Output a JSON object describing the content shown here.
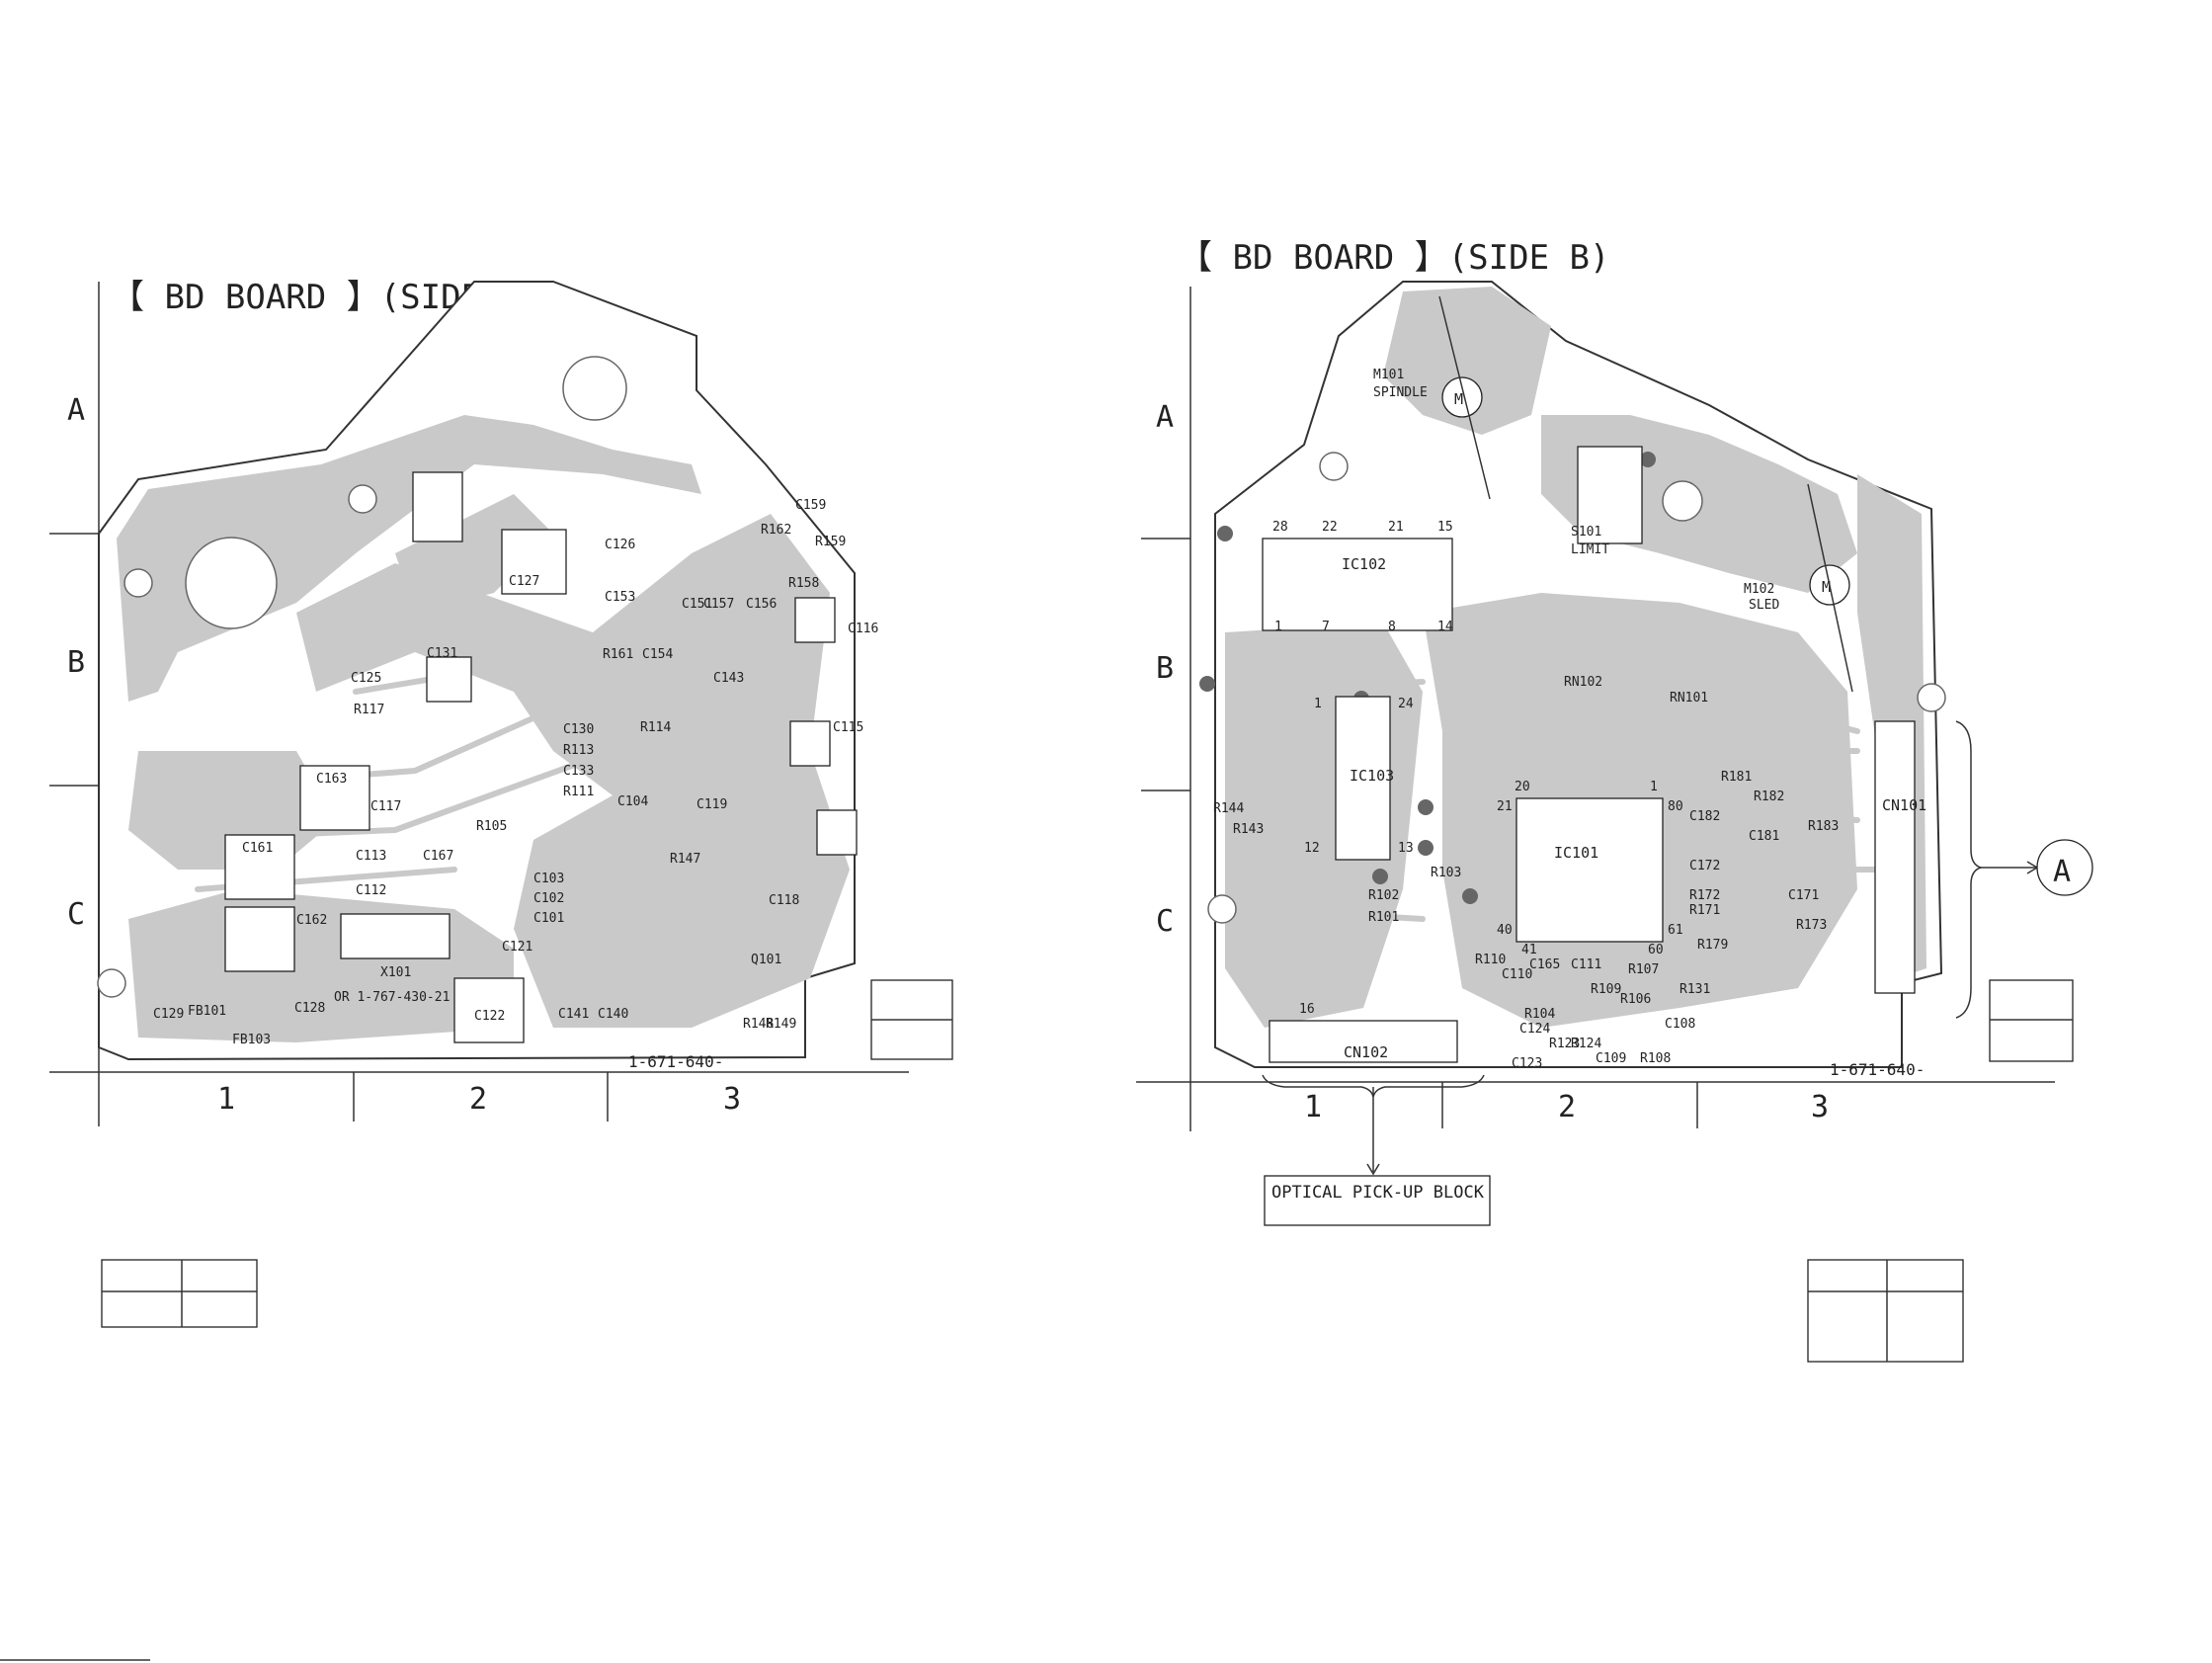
{
  "side_a": {
    "title": "【 BD  BOARD 】(SIDE  A)",
    "rows": [
      "A",
      "B",
      "C"
    ],
    "cols": [
      "1",
      "2",
      "3"
    ],
    "part_number": "1-671-640-",
    "alt_part": "OR 1-767-430-21",
    "components": [
      "C159",
      "R159",
      "R158",
      "C156",
      "C116",
      "C127",
      "C153",
      "C126",
      "R162",
      "C151",
      "C157",
      "R161",
      "C154",
      "C143",
      "C131",
      "C125",
      "R117",
      "C130",
      "R113",
      "C133",
      "R111",
      "R114",
      "C163",
      "C117",
      "C115",
      "C161",
      "C113",
      "C112",
      "C167",
      "R105",
      "C104",
      "C119",
      "R147",
      "C103",
      "C102",
      "C101",
      "C118",
      "C162",
      "X101",
      "C121",
      "C122",
      "Q101",
      "C129",
      "FB101",
      "FB103",
      "C128",
      "C141",
      "C140",
      "R148",
      "R149"
    ]
  },
  "side_b": {
    "title": "【 BD  BOARD 】(SIDE  B)",
    "rows": [
      "A",
      "B",
      "C"
    ],
    "cols": [
      "1",
      "2",
      "3"
    ],
    "part_number": "1-671-640-",
    "components": [
      "M101",
      "SPINDLE",
      "S101",
      "LIMIT",
      "M102",
      "SLED",
      "IC102",
      "IC103",
      "IC101",
      "CN101",
      "CN102",
      "RN101",
      "RN102",
      "R144",
      "R143",
      "R103",
      "R102",
      "R101",
      "R110",
      "C110",
      "C165",
      "C111",
      "R107",
      "R104",
      "R106",
      "R109",
      "R131",
      "C124",
      "R123",
      "R124",
      "C123",
      "C109",
      "R108",
      "C108",
      "R181",
      "R182",
      "R183",
      "C182",
      "C181",
      "C172",
      "R172",
      "R171",
      "C171",
      "R173",
      "R179"
    ],
    "pin_labels": [
      "28",
      "22",
      "21",
      "15",
      "1",
      "7",
      "8",
      "14",
      "1",
      "24",
      "12",
      "13",
      "20",
      "21",
      "1",
      "80",
      "40",
      "41",
      "60",
      "61",
      "16"
    ],
    "connector_label": "A",
    "optical_label": "OPTICAL PICK-UP BLOCK"
  },
  "colors": {
    "trace": "#c9c9c9",
    "ink": "#222222",
    "background": "#ffffff"
  }
}
